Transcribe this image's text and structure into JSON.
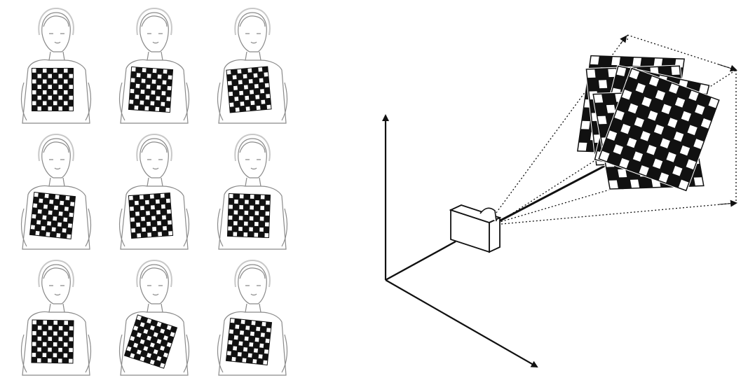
{
  "calibration_views": {
    "rows": 3,
    "columns": 3,
    "views": [
      {
        "tilt_deg": 0,
        "board_skew": "frontal"
      },
      {
        "tilt_deg": 4,
        "board_skew": "slight-right"
      },
      {
        "tilt_deg": -5,
        "board_skew": "slight-left"
      },
      {
        "tilt_deg": 6,
        "board_skew": "tilted-right"
      },
      {
        "tilt_deg": -4,
        "board_skew": "tilted-left"
      },
      {
        "tilt_deg": 2,
        "board_skew": "slight-right"
      },
      {
        "tilt_deg": 1,
        "board_skew": "frontal"
      },
      {
        "tilt_deg": 18,
        "board_skew": "strong-rotation"
      },
      {
        "tilt_deg": 6,
        "board_skew": "tilted-right"
      }
    ],
    "board_squares": 8
  },
  "scene": {
    "axes": [
      "vertical-axis",
      "depth-axis",
      "optical-axis"
    ],
    "camera": "camera-body",
    "stacked_boards": 5,
    "colors": {
      "ink": "#111111",
      "paper": "#ffffff",
      "sketch": "#8a8a8a"
    }
  }
}
